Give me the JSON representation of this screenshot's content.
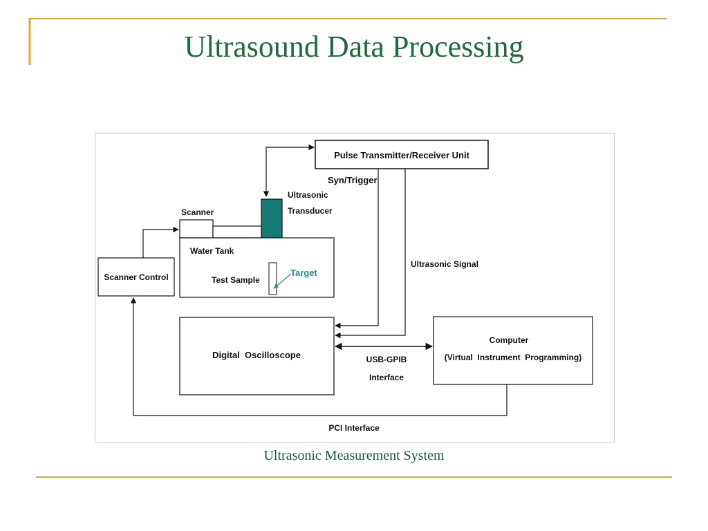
{
  "slide": {
    "title": "Ultrasound Data Processing",
    "caption": "Ultrasonic Measurement System"
  },
  "diagram": {
    "pulse_unit": "Pulse Transmitter/Receiver Unit",
    "syn_trigger": "Syn/Trigger",
    "transducer_line1": "Ultrasonic",
    "transducer_line2": "Transducer",
    "scanner": "Scanner",
    "water_tank": "Water Tank",
    "test_sample": "Test Sample",
    "target": "Target",
    "scanner_control": "Scanner Control",
    "ultrasonic_signal": "Ultrasonic Signal",
    "oscilloscope": "Digital  Oscilloscope",
    "usb_line1": "USB-GPIB",
    "usb_line2": "Interface",
    "computer_line1": "Computer",
    "computer_line2": "(Virtual  Instrument  Programming)",
    "pci": "PCI Interface"
  },
  "colors": {
    "title": "#1e6b3e",
    "accent_line": "#e0a92a",
    "transducer_fill": "#137a74",
    "target_arrow": "#2e9a5c"
  }
}
